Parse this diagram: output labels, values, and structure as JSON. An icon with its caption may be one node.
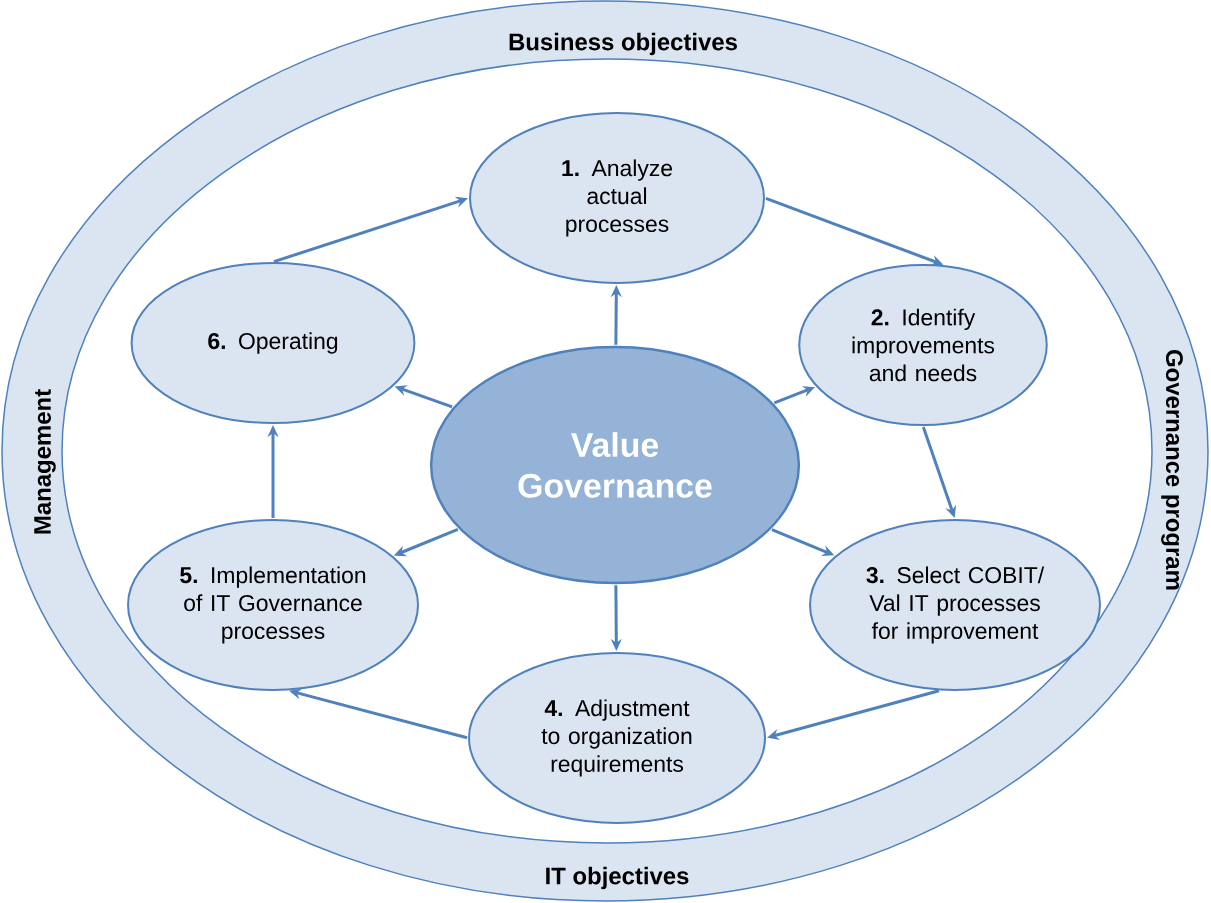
{
  "diagram": {
    "nodes": [
      {
        "text": [
          "Business objectives",
          "Governance program",
          "IT objectives",
          "Management"
        ]
      },
      {
        "text": [
          "Value Governance"
        ],
        "in": 0
      },
      {
        "text": [
          "**1.** Analyze actual processes"
        ],
        "in": 0
      },
      {
        "text": [
          "**2.** Identify improvements and needs"
        ],
        "in": 0
      },
      {
        "text": [
          "**3.** Select COBIT/ Val IT processes for improvement"
        ],
        "in": 0
      },
      {
        "text": [
          "**4.** Adjustment to organization requirements"
        ],
        "in": 0
      },
      {
        "text": [
          "**5.** Implementation of IT Governance processes"
        ],
        "in": 0
      },
      {
        "text": [
          "**6.** Operating"
        ],
        "in": 0
      }
    ],
    "edges": [
      {
        "from": 1,
        "to": 2,
        "arrow": "to"
      },
      {
        "from": 1,
        "to": 3,
        "arrow": "to"
      },
      {
        "from": 1,
        "to": 4,
        "arrow": "to"
      },
      {
        "from": 1,
        "to": 5,
        "arrow": "to"
      },
      {
        "from": 1,
        "to": 6,
        "arrow": "to"
      },
      {
        "from": 1,
        "to": 7,
        "arrow": "to"
      },
      {
        "from": 2,
        "to": 3,
        "arrow": "to"
      },
      {
        "from": 3,
        "to": 4,
        "arrow": "to"
      },
      {
        "from": 4,
        "to": 5,
        "arrow": "to"
      },
      {
        "from": 5,
        "to": 6,
        "arrow": "to"
      },
      {
        "from": 6,
        "to": 7,
        "arrow": "to"
      },
      {
        "from": 7,
        "to": 2,
        "arrow": "to"
      }
    ]
  }
}
